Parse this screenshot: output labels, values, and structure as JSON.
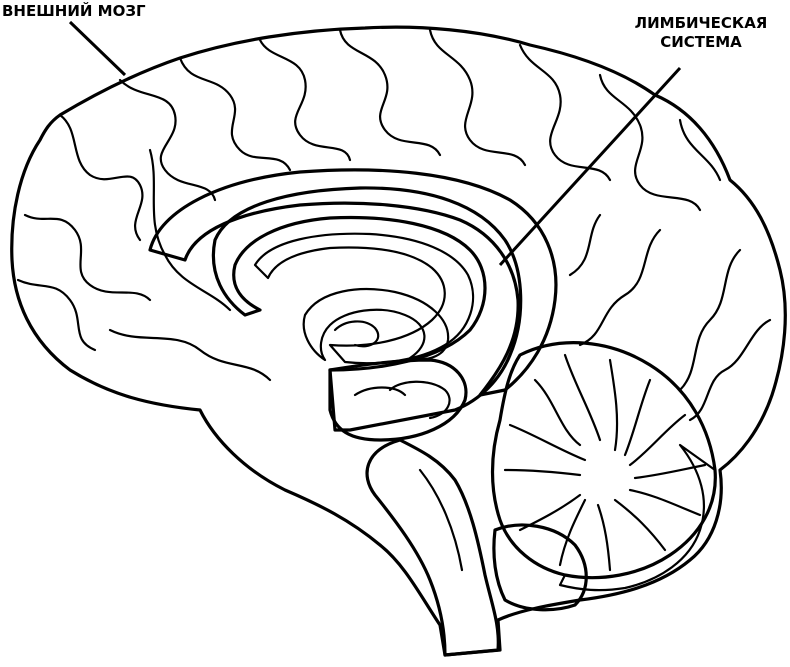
{
  "labels": {
    "outer_brain": "ВНЕШНИЙ МОЗГ",
    "limbic_line1": "ЛИМБИЧЕСКАЯ",
    "limbic_line2": "СИСТЕМА"
  },
  "colors": {
    "ink": "#000000",
    "background": "#ffffff"
  }
}
